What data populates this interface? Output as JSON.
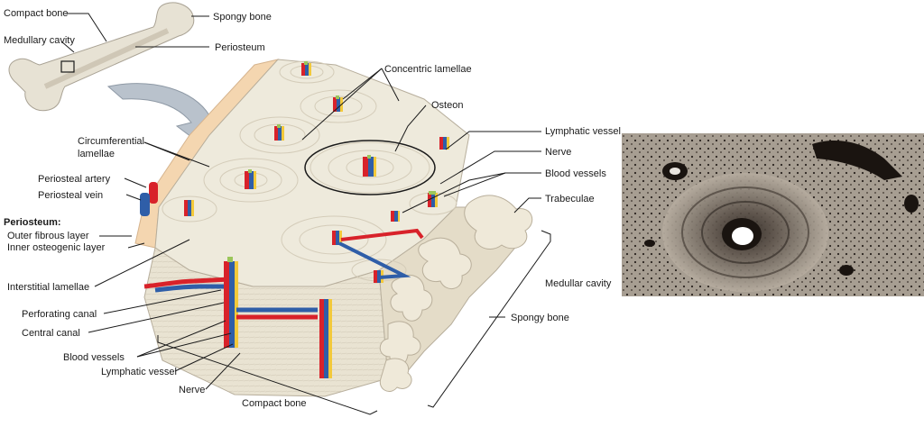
{
  "labels": {
    "compact_bone_top": "Compact bone",
    "spongy_bone_top": "Spongy bone",
    "medullary_cavity_top": "Medullary cavity",
    "periosteum_top": "Periosteum",
    "concentric_lamellae": "Concentric lamellae",
    "osteon": "Osteon",
    "circumferential_lamellae_1": "Circumferential",
    "circumferential_lamellae_2": "lamellae",
    "periosteal_artery": "Periosteal artery",
    "periosteal_vein": "Periosteal vein",
    "periosteum_heading": "Periosteum:",
    "outer_fibrous_layer": "Outer fibrous layer",
    "inner_osteogenic_layer": "Inner osteogenic layer",
    "interstitial_lamellae": "Interstitial lamellae",
    "perforating_canal": "Perforating canal",
    "central_canal": "Central canal",
    "blood_vessels_bottom": "Blood vessels",
    "lymphatic_vessel_bottom": "Lymphatic vessel",
    "nerve_bottom": "Nerve",
    "compact_bone_bottom": "Compact bone",
    "lymphatic_vessel_right": "Lymphatic vessel",
    "nerve_right": "Nerve",
    "blood_vessels_right": "Blood vessels",
    "trabeculae": "Trabeculae",
    "medullar_cavity": "Medullar cavity",
    "spongy_bone_right": "Spongy bone"
  },
  "colors": {
    "bone_face": "#eeeadc",
    "bone_side": "#d9d0bc",
    "periosteum": "#f4d6b0",
    "artery": "#d8222a",
    "vein": "#2f5ea8",
    "lymph": "#f3c93a",
    "nerve_tip": "#9bc65a",
    "arrow": "#b9c2cc",
    "micrograph_bg": "#8a8278"
  }
}
